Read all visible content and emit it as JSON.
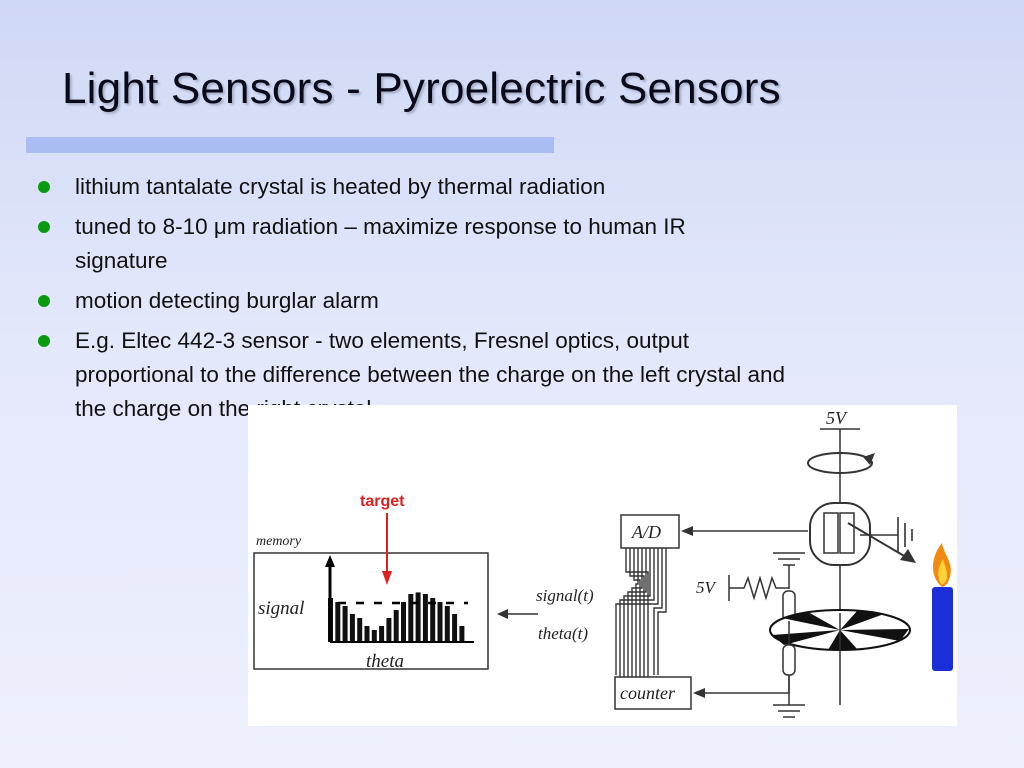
{
  "slide": {
    "title": "Light Sensors - Pyroelectric Sensors",
    "bullets": [
      "lithium tantalate crystal is heated by thermal radiation",
      "tuned to 8-10 μm radiation – maximize response to human IR signature",
      "motion detecting burglar alarm",
      "E.g. Eltec 442-3 sensor - two elements, Fresnel optics, output proportional to the difference between the charge on the left crystal and the charge on the right crystal."
    ],
    "colors": {
      "bullet": "#0c9a10",
      "title_bar": "#a9bdf2",
      "target_arrow": "#e02020"
    }
  },
  "figure": {
    "labels": {
      "voltage_top": "5V",
      "voltage_mid": "5V",
      "ad": "A/D",
      "counter": "counter",
      "signal_t": "signal(t)",
      "theta_t": "theta(t)",
      "memory": "memory",
      "signal": "signal",
      "theta": "theta",
      "target": "target"
    },
    "histogram_values": [
      0.55,
      0.5,
      0.45,
      0.35,
      0.3,
      0.2,
      0.15,
      0.2,
      0.3,
      0.4,
      0.5,
      0.6,
      0.62,
      0.6,
      0.55,
      0.5,
      0.45,
      0.35,
      0.2
    ],
    "icons": [
      "rotation-arrow-icon",
      "ground-icon",
      "resistor-icon",
      "flame-icon",
      "candle-icon"
    ]
  }
}
